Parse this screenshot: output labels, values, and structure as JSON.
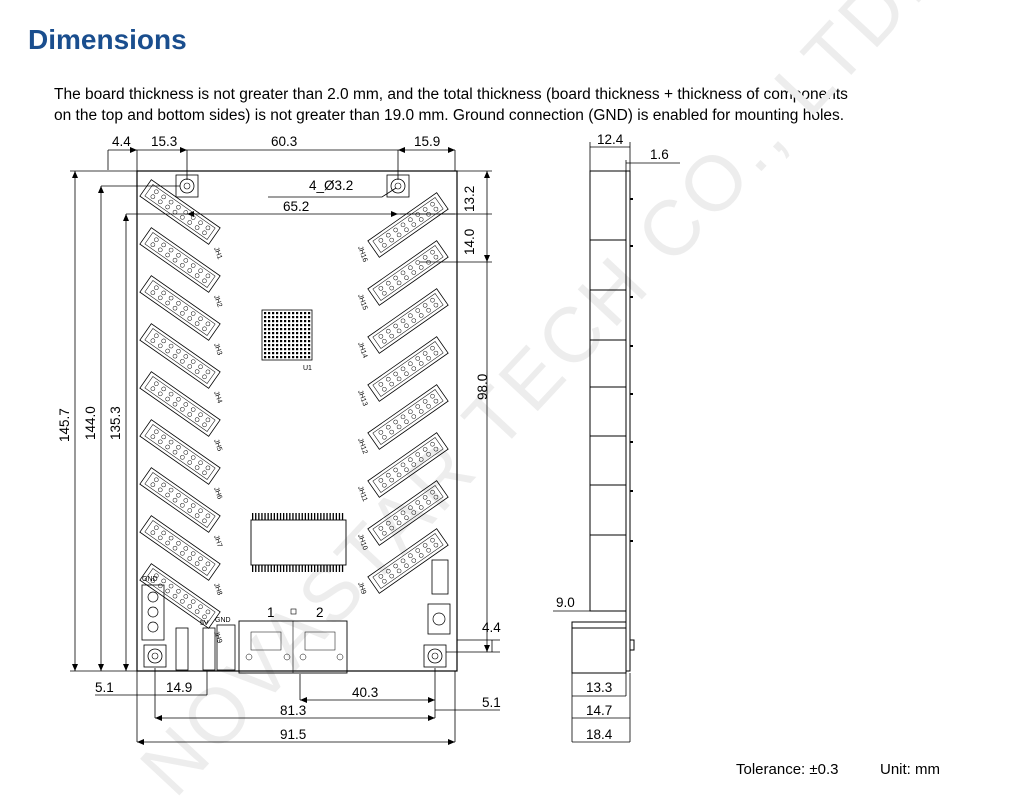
{
  "title": "Dimensions",
  "description": {
    "line1": "The board thickness is not greater than 2.0 mm, and the total thickness (board thickness + thickness of components",
    "line2": "on the top and bottom sides) is not greater than 19.0 mm. Ground connection (GND) is enabled for mounting holes."
  },
  "dimensions": {
    "top_4_4": "4.4",
    "top_15_3": "15.3",
    "top_60_3": "60.3",
    "top_15_9": "15.9",
    "hole_label": "4_Ø3.2",
    "inner_65_2": "65.2",
    "right_13_2": "13.2",
    "right_14_0": "14.0",
    "right_98_0": "98.0",
    "left_145_7": "145.7",
    "left_144_0": "144.0",
    "left_135_3": "135.3",
    "right_4_4": "4.4",
    "bottom_5_1_left": "5.1",
    "bottom_14_9": "14.9",
    "bottom_40_3": "40.3",
    "bottom_5_1_right": "5.1",
    "bottom_81_3": "81.3",
    "bottom_91_5": "91.5",
    "side_12_4": "12.4",
    "side_1_6": "1.6",
    "side_9_0": "9.0",
    "side_13_3": "13.3",
    "side_14_7": "14.7",
    "side_18_4": "18.4"
  },
  "board_labels": {
    "left_connectors": [
      "JH1",
      "JH2",
      "JH3",
      "JH4",
      "JH5",
      "JH6",
      "JH7",
      "JH8",
      "JH9"
    ],
    "right_connectors": [
      "JH16",
      "JH15",
      "JH14",
      "JH13",
      "JH12",
      "JH11",
      "JH10",
      "JH9"
    ],
    "port_1": "1",
    "port_2": "2",
    "gnd": "GND",
    "power": "5V"
  },
  "watermark": "NOVASTAR TECH CO., LTD.",
  "footer": {
    "tolerance": "Tolerance: ±0.3",
    "unit": "Unit: mm"
  },
  "colors": {
    "title": "#1a4e8e",
    "watermark": "#e6e6e6"
  }
}
